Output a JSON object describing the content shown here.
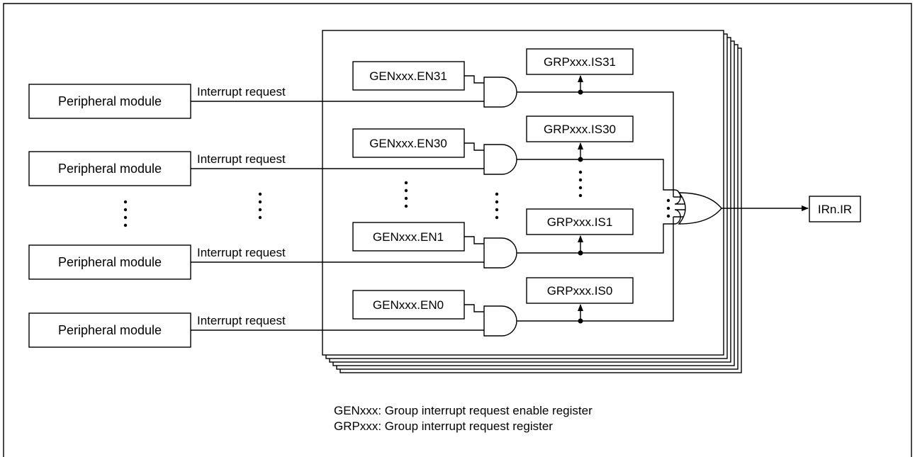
{
  "modules": [
    {
      "label": "Peripheral module",
      "signal": "Interrupt request"
    },
    {
      "label": "Peripheral module",
      "signal": "Interrupt request"
    },
    {
      "label": "Peripheral module",
      "signal": "Interrupt request"
    },
    {
      "label": "Peripheral module",
      "signal": "Interrupt request"
    }
  ],
  "enable_bits": [
    "GENxxx.EN31",
    "GENxxx.EN30",
    "GENxxx.EN1",
    "GENxxx.EN0"
  ],
  "status_bits": [
    "GRPxxx.IS31",
    "GRPxxx.IS30",
    "GRPxxx.IS1",
    "GRPxxx.IS0"
  ],
  "output": "IRn.IR",
  "legend": [
    "GENxxx: Group interrupt request enable register",
    "GRPxxx: Group interrupt request register"
  ]
}
